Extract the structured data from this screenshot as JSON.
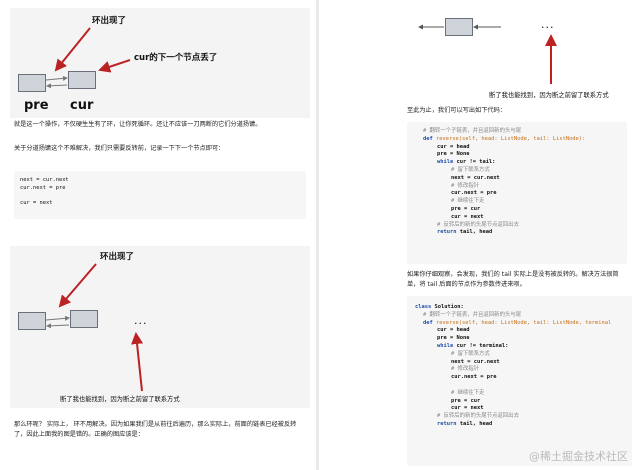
{
  "left": {
    "diagram1": {
      "label_loop": "环出现了",
      "label_lost": "cur的下一个节点丢了",
      "label_pre": "pre",
      "label_cur": "cur"
    },
    "para1": "就是这一个操作，不仅硬生生有了环，让你死循环。还让不应该一刀两断的它们分道扬镳。",
    "para2": "关于分道扬镳这个不难解决，我们只需要反转前，记录一下下一个节点即可：",
    "code1": [
      "next = cur.next",
      "cur.next = pre",
      "",
      "cur = next"
    ],
    "diagram2": {
      "label_loop": "环出现了",
      "dots": "...",
      "caption": "断了我也能找到，因为断之前留了联系方式"
    },
    "para3": "那么环呢？ 实际上， 环不用解决。因为如果我们是从前往后遍历，那么实际上，前面的链表已经被反转了，因此上面我的图是错的。正确的图应该是："
  },
  "right": {
    "diagram": {
      "dots": "...",
      "caption": "断了我也能找到，因为断之前留了联系方式"
    },
    "para1": "至此为止，我们可以写出如下代码：",
    "code1": {
      "c1": "# 翻转一个子链表，并且返回新的头与尾",
      "def_kw": "def",
      "def_name": " reverse",
      "def_params": "(self, head: ListNode, tail: ListNode):",
      "l1": "cur = head",
      "l2": "pre = None",
      "l3_kw": "while",
      "l3": " cur != tail:",
      "c2": "# 留下联系方式",
      "l4": "next = cur.next",
      "c3": "# 修改指针",
      "l5": "cur.next = pre",
      "c4": "# 继续往下走",
      "l6": "pre = cur",
      "l7": "cur = next",
      "c5": "# 反转后的新的头尾节点返回出去",
      "l8_kw": "return",
      "l8": " tail, head"
    },
    "para2": "如果你仔细观察，会发现，我们的 tail 实际上是没有被反转的。解决方法很简单，将 tail 后面的节点作为参数传进来呗。",
    "code2": {
      "class_kw": "class",
      "class_name": " Solution:",
      "c1": "# 翻转一个子链表，并且返回新的头与尾",
      "def_kw": "def",
      "def_name": " reverse",
      "def_params": "(self, head: ListNode, tail: ListNode, terminal",
      "l1": "cur = head",
      "l2": "pre = None",
      "l3_kw": "while",
      "l3": " cur != terminal:",
      "c2": "# 留下联系方式",
      "l4": "next = cur.next",
      "c3": "# 修改指针",
      "l5": "cur.next = pre",
      "c4": "# 继续往下走",
      "l6": "pre = cur",
      "l7": "cur = next",
      "c5": "# 反转后的新的头尾节点返回出去",
      "l8_kw": "return",
      "l8": " tail, head"
    },
    "watermark": "@稀土掘金技术社区"
  }
}
